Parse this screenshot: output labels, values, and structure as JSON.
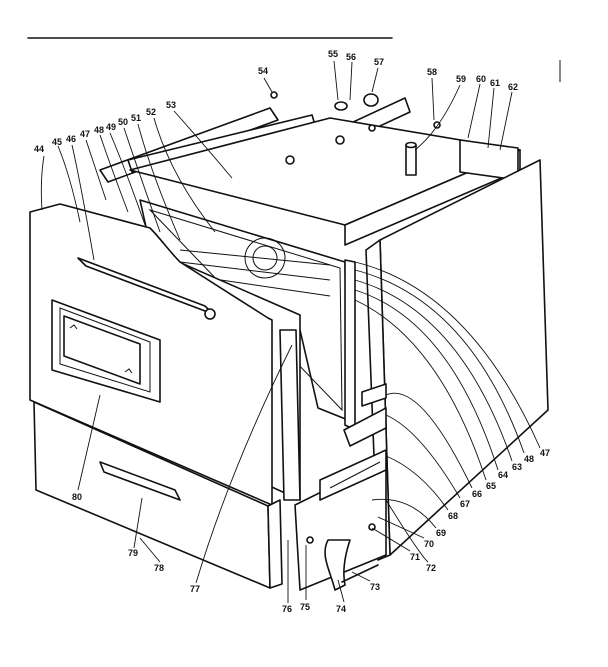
{
  "callouts": [
    "44",
    "45",
    "46",
    "47",
    "48",
    "49",
    "50",
    "51",
    "52",
    "53",
    "54",
    "55",
    "56",
    "57",
    "58",
    "59",
    "60",
    "61",
    "62",
    "47",
    "48",
    "63",
    "64",
    "65",
    "66",
    "67",
    "68",
    "69",
    "70",
    "71",
    "72",
    "73",
    "74",
    "75",
    "76",
    "77",
    "78",
    "79",
    "80"
  ]
}
